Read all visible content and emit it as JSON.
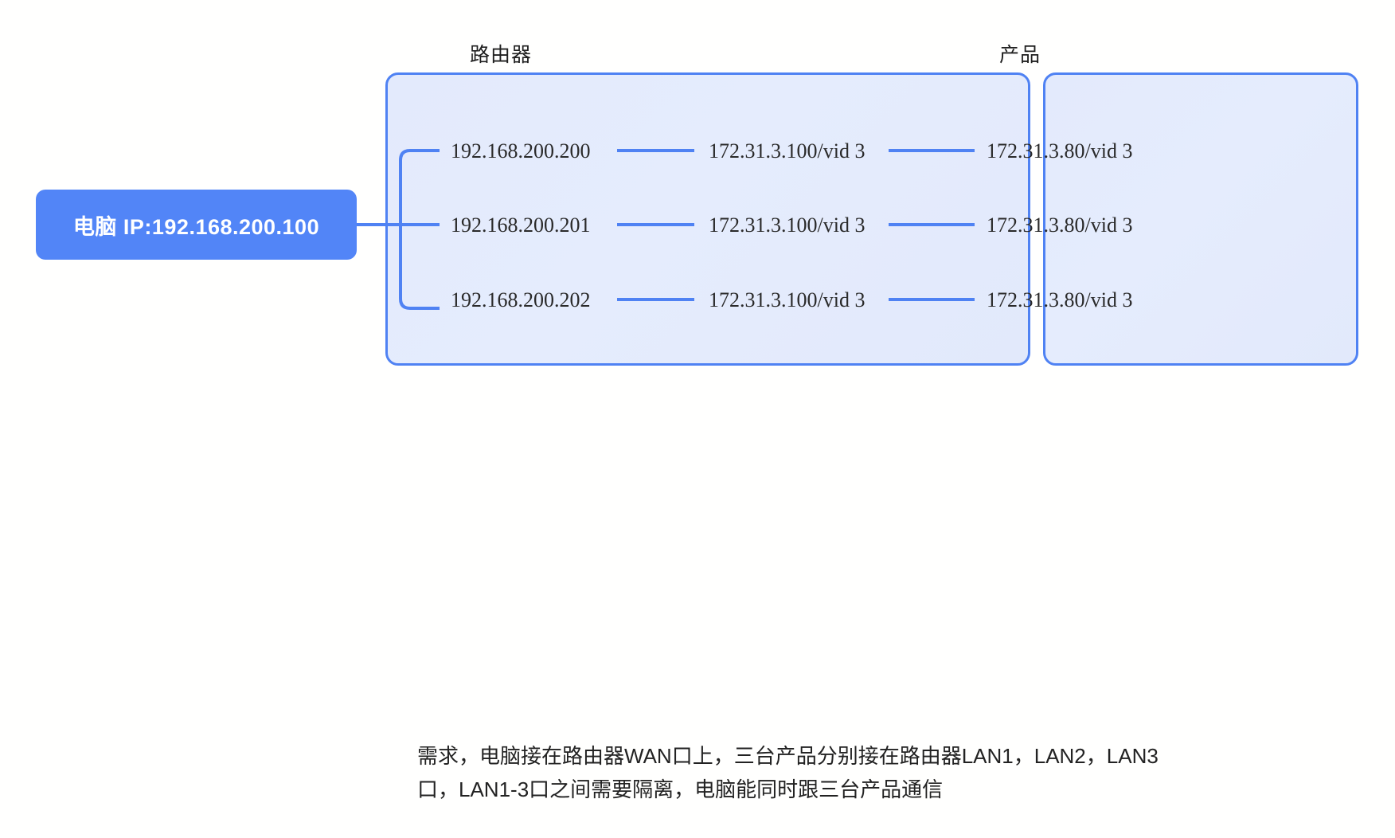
{
  "diagram": {
    "groups": [
      {
        "id": "router",
        "label": "路由器"
      },
      {
        "id": "product",
        "label": "产品"
      }
    ],
    "computer": {
      "label": "电脑 IP:192.168.200.100"
    },
    "rows": [
      {
        "wan_ip": "192.168.200.200",
        "router_lan": "172.31.3.100/vid 3",
        "product_ip": "172.31.3.80/vid 3"
      },
      {
        "wan_ip": "192.168.200.201",
        "router_lan": "172.31.3.100/vid 3",
        "product_ip": "172.31.3.80/vid 3"
      },
      {
        "wan_ip": "192.168.200.202",
        "router_lan": "172.31.3.100/vid 3",
        "product_ip": "172.31.3.80/vid 3"
      }
    ],
    "caption": {
      "line1": "需求，电脑接在路由器WAN口上，三台产品分别接在路由器LAN1，LAN2，LAN3",
      "line2": "口，LAN1-3口之间需要隔离，电脑能同时跟三台产品通信"
    },
    "colors": {
      "node_fill": "#5285f7",
      "box_border": "#4f82f3",
      "box_fill": "#e4ebfc",
      "wire": "#4f82f3",
      "text": "#2a2a2a",
      "node_text": "#ffffff"
    }
  }
}
